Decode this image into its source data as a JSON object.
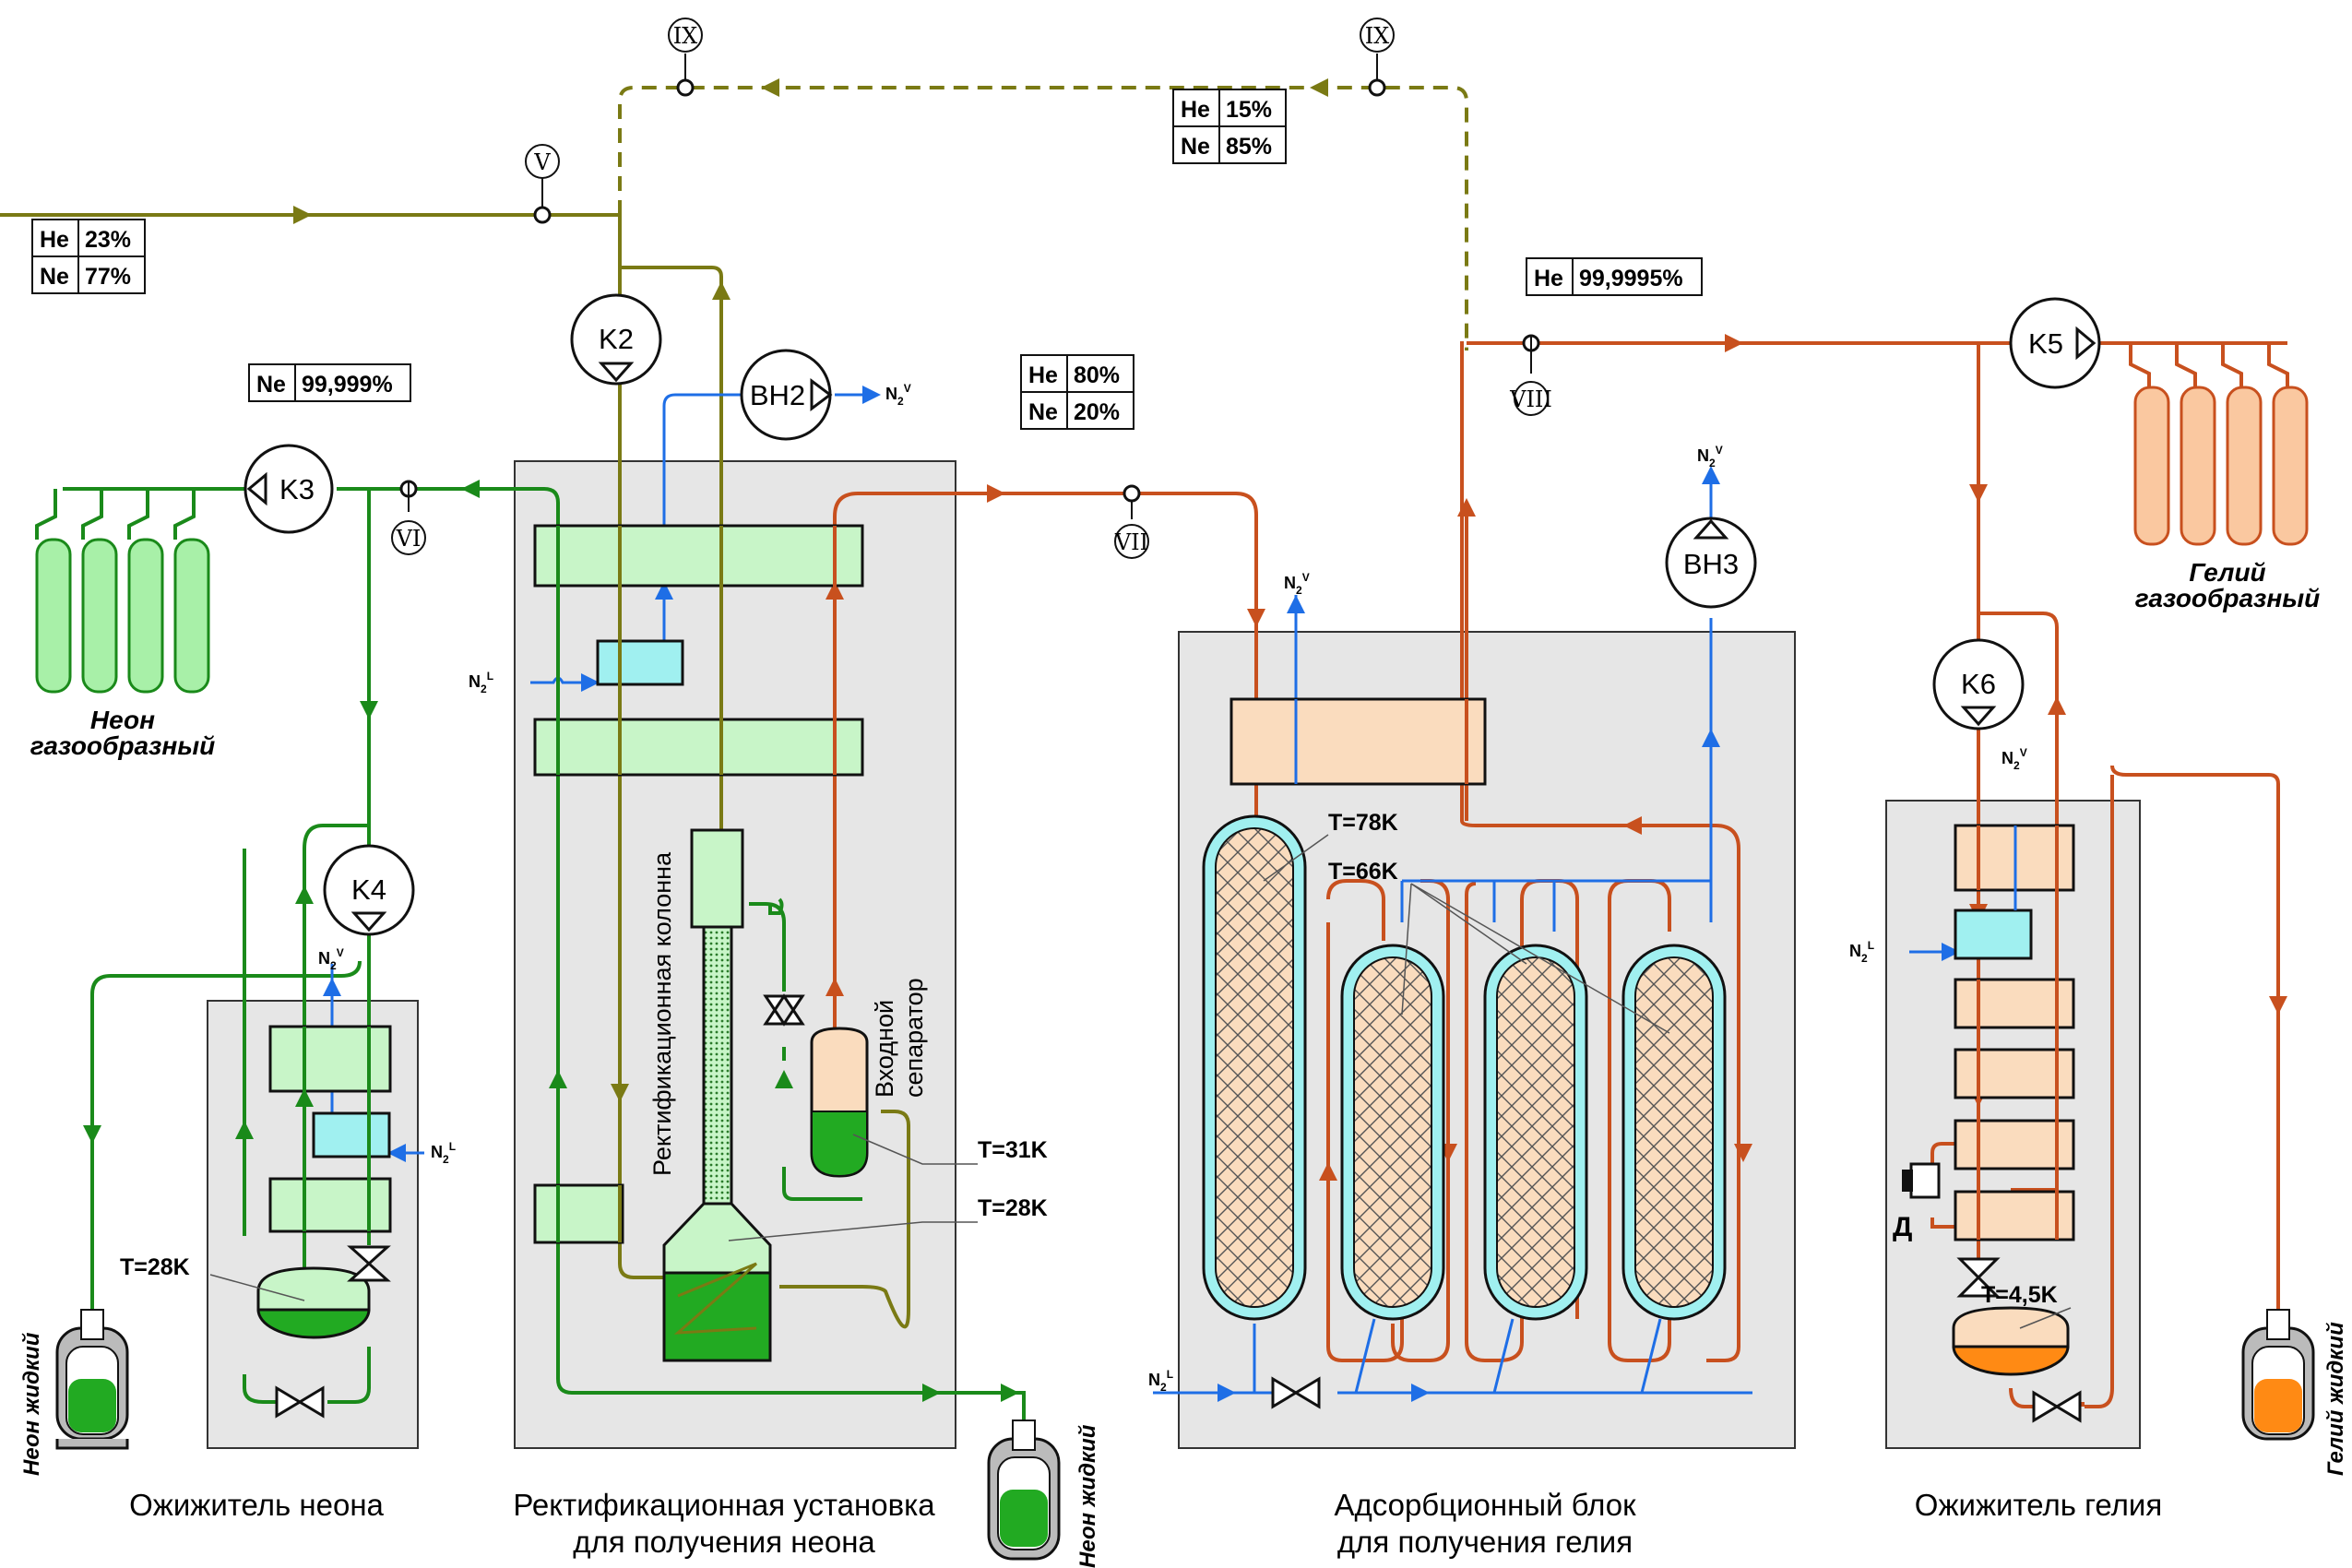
{
  "compositions": {
    "feed": [
      [
        "He",
        "23%"
      ],
      [
        "Ne",
        "77%"
      ]
    ],
    "recycle": [
      [
        "He",
        "15%"
      ],
      [
        "Ne",
        "85%"
      ]
    ],
    "neon_product": [
      [
        "Ne",
        "99,999%"
      ]
    ],
    "crude_helium": [
      [
        "He",
        "80%"
      ],
      [
        "Ne",
        "20%"
      ]
    ],
    "helium_product": [
      [
        "He",
        "99,9995%"
      ]
    ]
  },
  "compressors": {
    "k2": "K2",
    "k3": "K3",
    "k4": "K4",
    "k5": "K5",
    "k6": "K6"
  },
  "pumps": {
    "vn2": "BH2",
    "vn3": "BH3"
  },
  "points": {
    "v": "V",
    "vi": "VI",
    "vii": "VII",
    "viii": "VIII",
    "ix_left": "IX",
    "ix_right": "IX"
  },
  "nitrogen": {
    "vapor": "N",
    "liquid": "N",
    "vapor_sup": "V",
    "liquid_sup": "L",
    "sub": "2"
  },
  "temperatures": {
    "neon_liq": "T=28K",
    "separator": "T=31K",
    "column": "T=28K",
    "adsorber1": "T=78K",
    "adsorber2": "T=66K",
    "helium_liq": "T=4,5K"
  },
  "labels": {
    "neon_gas_1": "Неон",
    "neon_gas_2": "газообразный",
    "helium_gas_1": "Гелий",
    "helium_gas_2": "газообразный",
    "neon_liquid": "Неон жидкий",
    "helium_liquid": "Гелий жидкий",
    "column": "Ректификационная колонна",
    "separator_1": "Входной",
    "separator_2": "сепаратор",
    "expander": "Д"
  },
  "sections": {
    "neon_liquefier": "Ожижитель  неона",
    "rectification_1": "Ректификационная установка",
    "rectification_2": "для  получения неона",
    "adsorption_1": "Адсорбционный блок",
    "adsorption_2": "для получения гелия",
    "helium_liquefier": "Ожижитель  гелия"
  },
  "colors": {
    "olive": "#7a7a14",
    "green": "#1a8a1a",
    "orange": "#c8501e",
    "blue": "#1e6ee6",
    "panel": "#e6e6e6",
    "light_green": "#c8f5c8",
    "light_orange": "#fadcbe",
    "cyan": "#a0f0f0"
  }
}
